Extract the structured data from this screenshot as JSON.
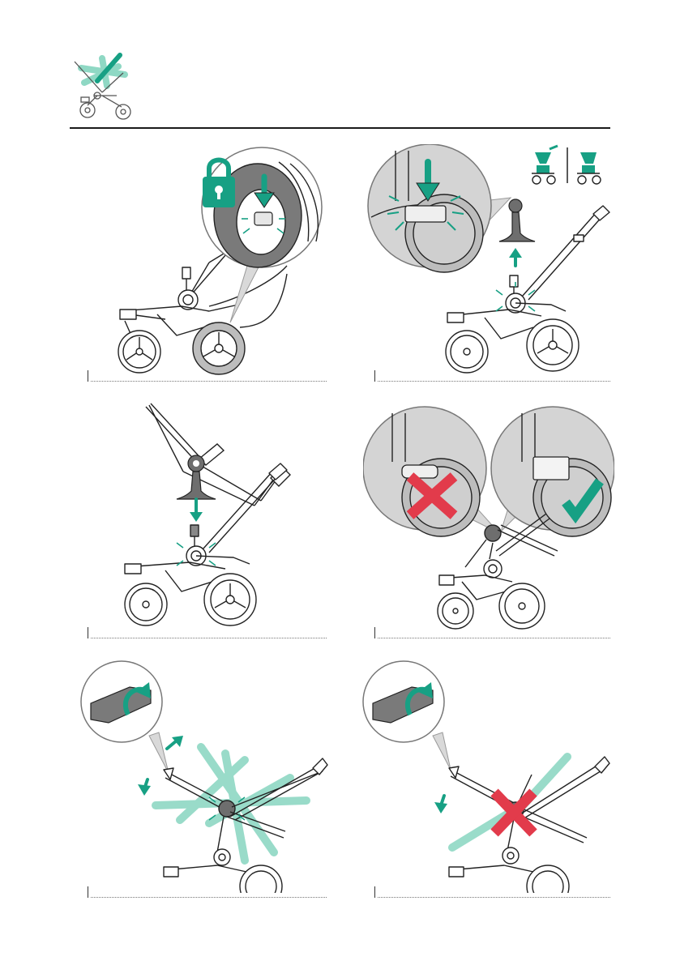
{
  "page": {
    "section_icon": "stroller-seat-fold-icon",
    "colors": {
      "accent": "#17a084",
      "accent_light": "#8fd8c4",
      "warning": "#e23b4b",
      "ink": "#222222",
      "grey": "#8a8a8a",
      "fill_grey": "#d9d9d9"
    }
  },
  "steps": [
    {
      "icons": [
        "lock-icon",
        "brake-pedal-icon",
        "stroller-frame-icon"
      ],
      "state": "brake-engaged"
    },
    {
      "icons": [
        "seat-adapter-icon",
        "stroller-frame-icon",
        "seat-orientation-icon"
      ],
      "state": "remove-adapter"
    },
    {
      "icons": [
        "seat-adapter-icon",
        "stroller-frame-icon"
      ],
      "state": "attach-seat"
    },
    {
      "icons": [
        "incorrect-cross-icon",
        "correct-check-icon",
        "stroller-frame-icon"
      ],
      "state": "verify-locked"
    },
    {
      "icons": [
        "fold-lever-icon",
        "rotate-arrow-icon",
        "stroller-frame-icon"
      ],
      "state": "fold-allowed"
    },
    {
      "icons": [
        "fold-lever-icon",
        "incorrect-cross-icon",
        "stroller-frame-icon"
      ],
      "state": "fold-not-allowed"
    }
  ]
}
